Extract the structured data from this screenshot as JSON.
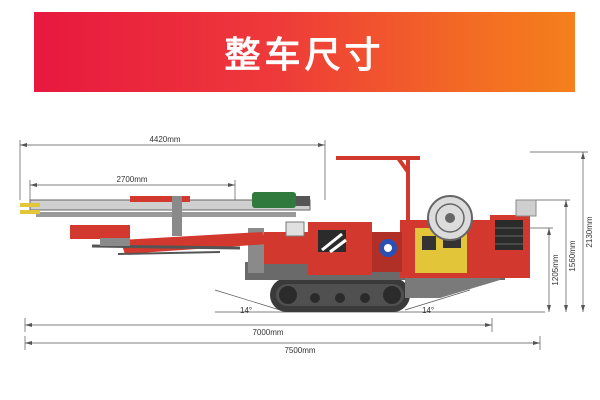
{
  "header": {
    "title": "整车尺寸"
  },
  "dimensions": {
    "overall_boom_length": "4420mm",
    "feed_beam_length": "2700mm",
    "track_length": "7000mm",
    "overall_length": "7500mm",
    "overall_height": "2130mm",
    "canopy_height": "1560mm",
    "body_height": "1205mm",
    "approach_angle": "14°",
    "departure_angle": "14°"
  },
  "colors": {
    "banner_start": "#e8183f",
    "banner_end": "#f5801c",
    "machine_red": "#d2382e",
    "track_dark": "#3a3a3a",
    "drifter_green": "#2f7a3c",
    "panel_yellow": "#e3c53a"
  }
}
